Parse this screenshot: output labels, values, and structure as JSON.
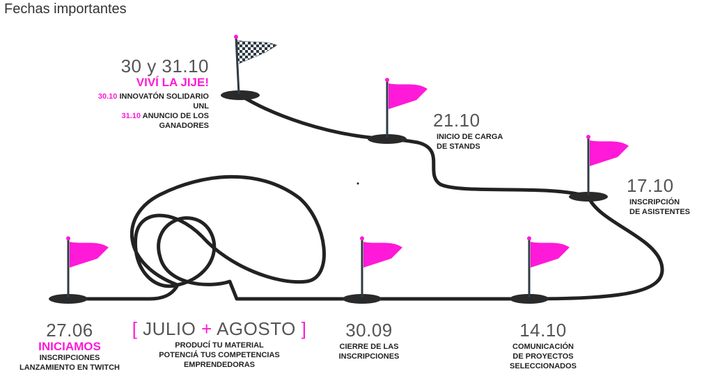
{
  "heading": "Fechas importantes",
  "colors": {
    "accent": "#ff19d8",
    "path": "#222222",
    "pole": "#2f3b44"
  },
  "milestones": {
    "m1": {
      "date": "27.06",
      "title": "INICIAMOS",
      "line1": "INSCRIPCIONES",
      "line2": "LANZAMIENTO EN TWITCH"
    },
    "m2": {
      "bracket_open": "[",
      "date_a": "JULIO",
      "plus": "+",
      "date_b": "AGOSTO",
      "bracket_close": "]",
      "line1": "PRODUCÍ TU MATERIAL",
      "line2": "POTENCIÁ TUS COMPETENCIAS",
      "line3": "EMPRENDEDORAS"
    },
    "m3": {
      "date": "30.09",
      "line1": "CIERRE DE LAS",
      "line2": "INSCRIPCIONES"
    },
    "m4": {
      "date": "14.10",
      "line1": "COMUNICACIÓN",
      "line2": "DE PROYECTOS",
      "line3": "SELECCIONADOS"
    },
    "m5": {
      "date": "17.10",
      "line1": "INSCRIPCIÓN",
      "line2": "DE ASISTENTES"
    },
    "m6": {
      "date": "21.10",
      "line1": "INICIO DE CARGA",
      "line2": "DE STANDS"
    },
    "m7": {
      "date": "30 y 31.10",
      "title": "VIVÍ LA JIJE!",
      "line1_accent": "30.10",
      "line1": "INNOVATÓN SOLIDARIO UNL",
      "line2_accent": "31.10",
      "line2": "ANUNCIO DE LOS",
      "line3": "GANADORES"
    }
  }
}
